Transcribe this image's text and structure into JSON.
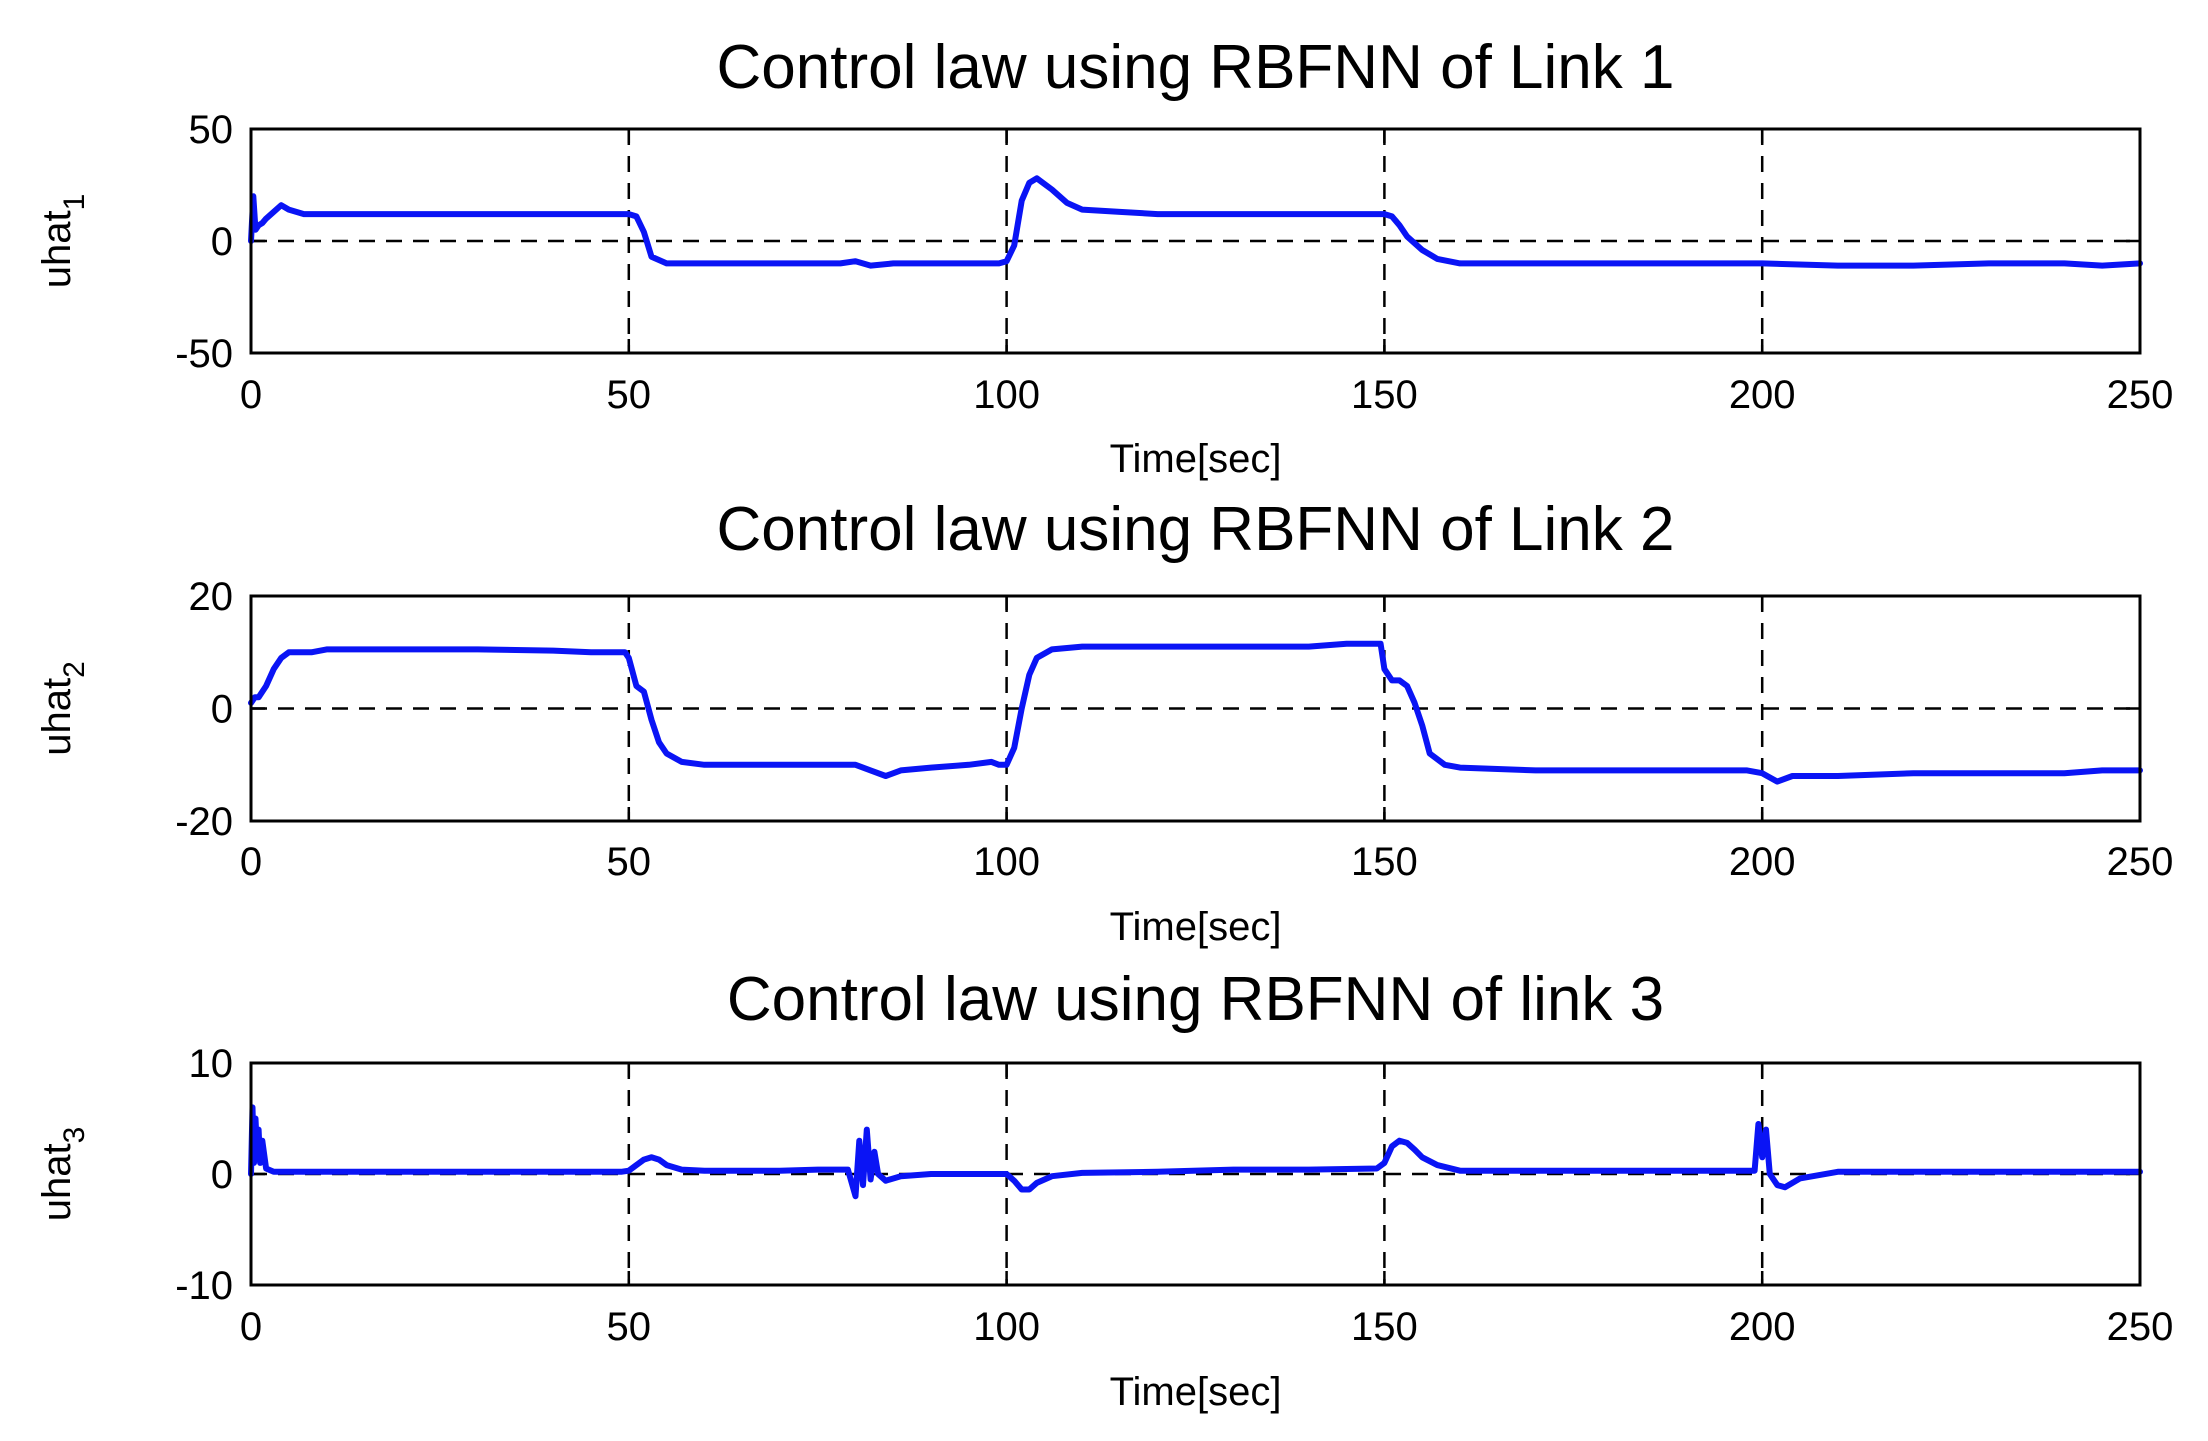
{
  "chart_data": [
    {
      "type": "line",
      "title": "Control law using RBFNN of Link 1",
      "xlabel": "Time[sec]",
      "ylabel_main": "uhat",
      "ylabel_sub": "1",
      "xlim": [
        0,
        250
      ],
      "ylim": [
        -50,
        50
      ],
      "xticks": [
        0,
        50,
        100,
        150,
        200,
        250
      ],
      "yticks": [
        -50,
        0,
        50
      ],
      "xtick_labels": [
        "0",
        "50",
        "100",
        "150",
        "200",
        "250"
      ],
      "ytick_labels": [
        "-50",
        "0",
        "50"
      ],
      "grid": "dashed",
      "series": [
        {
          "color": "#0a14f5",
          "x": [
            0,
            0.3,
            0.6,
            1,
            1.5,
            2,
            3,
            4,
            5,
            7,
            10,
            20,
            30,
            40,
            48,
            50,
            51,
            52,
            53,
            55,
            60,
            70,
            78,
            80,
            82,
            85,
            90,
            95,
            99,
            100,
            101,
            102,
            103,
            104,
            106,
            108,
            110,
            115,
            120,
            130,
            140,
            148,
            150,
            151,
            152,
            153,
            155,
            157,
            160,
            170,
            180,
            190,
            200,
            210,
            215,
            220,
            230,
            240,
            245,
            250
          ],
          "y": [
            0,
            20,
            5,
            7,
            8,
            10,
            13,
            16,
            14,
            12,
            12,
            12,
            12,
            12,
            12,
            12,
            11,
            4,
            -7,
            -10,
            -10,
            -10,
            -10,
            -9,
            -11,
            -10,
            -10,
            -10,
            -10,
            -9,
            -2,
            18,
            26,
            28,
            23,
            17,
            14,
            13,
            12,
            12,
            12,
            12,
            12,
            11,
            7,
            2,
            -4,
            -8,
            -10,
            -10,
            -10,
            -10,
            -10,
            -11,
            -11,
            -11,
            -10,
            -10,
            -11,
            -10
          ]
        }
      ]
    },
    {
      "type": "line",
      "title": "Control law using RBFNN of Link 2",
      "xlabel": "Time[sec]",
      "ylabel_main": "uhat",
      "ylabel_sub": "2",
      "xlim": [
        0,
        250
      ],
      "ylim": [
        -20,
        20
      ],
      "xticks": [
        0,
        50,
        100,
        150,
        200,
        250
      ],
      "yticks": [
        -20,
        0,
        20
      ],
      "xtick_labels": [
        "0",
        "50",
        "100",
        "150",
        "200",
        "250"
      ],
      "ytick_labels": [
        "-20",
        "0",
        "20"
      ],
      "grid": "dashed",
      "series": [
        {
          "color": "#0a14f5",
          "x": [
            0,
            0.5,
            1,
            2,
            3,
            4,
            5,
            8,
            10,
            20,
            30,
            40,
            45,
            49.5,
            50,
            51,
            52,
            53,
            54,
            55,
            57,
            60,
            70,
            78,
            80,
            82,
            84,
            86,
            90,
            95,
            98,
            99,
            100,
            101,
            102,
            103,
            104,
            106,
            110,
            115,
            120,
            130,
            140,
            145,
            149.5,
            150,
            151,
            152,
            153,
            154,
            155,
            156,
            158,
            160,
            170,
            180,
            190,
            198,
            200,
            202,
            204,
            206,
            210,
            220,
            230,
            240,
            245,
            250
          ],
          "y": [
            1,
            2,
            2,
            4,
            7,
            9,
            10,
            10,
            10.5,
            10.5,
            10.5,
            10.3,
            10,
            10,
            9,
            4,
            3,
            -2,
            -6,
            -8,
            -9.5,
            -10,
            -10,
            -10,
            -10,
            -11,
            -12,
            -11,
            -10.5,
            -10,
            -9.5,
            -10,
            -10,
            -7,
            0,
            6,
            9,
            10.5,
            11,
            11,
            11,
            11,
            11,
            11.5,
            11.5,
            7,
            5,
            5,
            4,
            1,
            -3,
            -8,
            -10,
            -10.5,
            -11,
            -11,
            -11,
            -11,
            -11.5,
            -13,
            -12,
            -12,
            -12,
            -11.5,
            -11.5,
            -11.5,
            -11,
            -11
          ]
        }
      ]
    },
    {
      "type": "line",
      "title": "Control law using RBFNN of link 3",
      "xlabel": "Time[sec]",
      "ylabel_main": "uhat",
      "ylabel_sub": "3",
      "xlim": [
        0,
        250
      ],
      "ylim": [
        -10,
        10
      ],
      "xticks": [
        0,
        50,
        100,
        150,
        200,
        250
      ],
      "yticks": [
        -10,
        0,
        10
      ],
      "xtick_labels": [
        "0",
        "50",
        "100",
        "150",
        "200",
        "250"
      ],
      "ytick_labels": [
        "-10",
        "0",
        "10"
      ],
      "grid": "dashed",
      "series": [
        {
          "color": "#0a14f5",
          "x": [
            0,
            0.2,
            0.4,
            0.6,
            0.8,
            1,
            1.2,
            1.5,
            2,
            3,
            5,
            10,
            20,
            30,
            40,
            49,
            50,
            51,
            52,
            53,
            54,
            55,
            57,
            60,
            70,
            75,
            79,
            80,
            80.5,
            81,
            81.5,
            82,
            82.5,
            83,
            84,
            86,
            90,
            95,
            100,
            101,
            102,
            103,
            104,
            106,
            110,
            120,
            130,
            140,
            149,
            150,
            151,
            152,
            153,
            154,
            155,
            157,
            160,
            170,
            180,
            190,
            199,
            199.5,
            200,
            200.5,
            201,
            202,
            203,
            205,
            210,
            220,
            230,
            240,
            250
          ],
          "y": [
            0,
            6,
            1,
            5,
            2,
            4,
            1,
            3,
            0.5,
            0.2,
            0.2,
            0.2,
            0.2,
            0.2,
            0.2,
            0.2,
            0.3,
            0.8,
            1.3,
            1.5,
            1.3,
            0.8,
            0.4,
            0.3,
            0.3,
            0.4,
            0.4,
            -2,
            3,
            -1,
            4,
            -0.5,
            2,
            0,
            -0.6,
            -0.2,
            0,
            0,
            0,
            -0.6,
            -1.4,
            -1.4,
            -0.8,
            -0.2,
            0.1,
            0.2,
            0.4,
            0.4,
            0.5,
            1,
            2.5,
            3,
            2.8,
            2.2,
            1.5,
            0.8,
            0.3,
            0.3,
            0.3,
            0.3,
            0.3,
            4.5,
            1.5,
            4,
            0,
            -1,
            -1.2,
            -0.4,
            0.2,
            0.2,
            0.2,
            0.2,
            0.2
          ]
        }
      ]
    }
  ]
}
